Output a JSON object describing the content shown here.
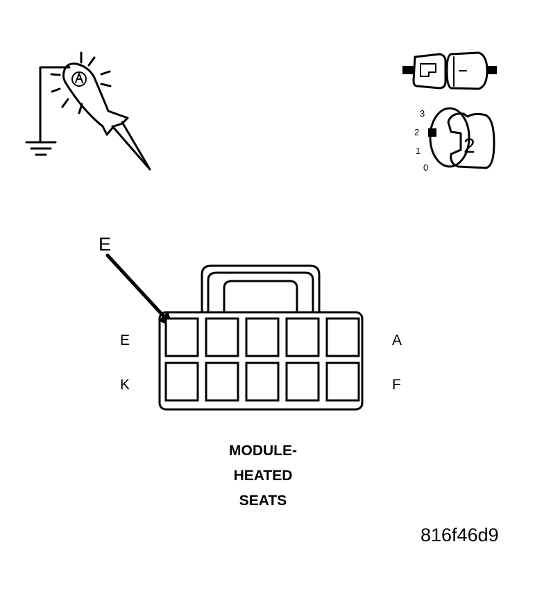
{
  "icons": {
    "probe": "test-light-probe-icon",
    "ground": "ground-symbol-icon",
    "connector": "disconnected-connector-icon",
    "ignition": "ignition-key-position-icon"
  },
  "ignition": {
    "positions": [
      "3",
      "2",
      "1",
      "0"
    ],
    "key_number": "2"
  },
  "callout": {
    "label": "E"
  },
  "connector": {
    "left_labels": [
      "E",
      "K"
    ],
    "right_labels": [
      "A",
      "F"
    ],
    "rows": 2,
    "columns": 5
  },
  "title_lines": [
    "MODULE-",
    "HEATED",
    "SEATS"
  ],
  "figure_code": "816f46d9",
  "colors": {
    "line": "#000000",
    "background": "#ffffff"
  }
}
